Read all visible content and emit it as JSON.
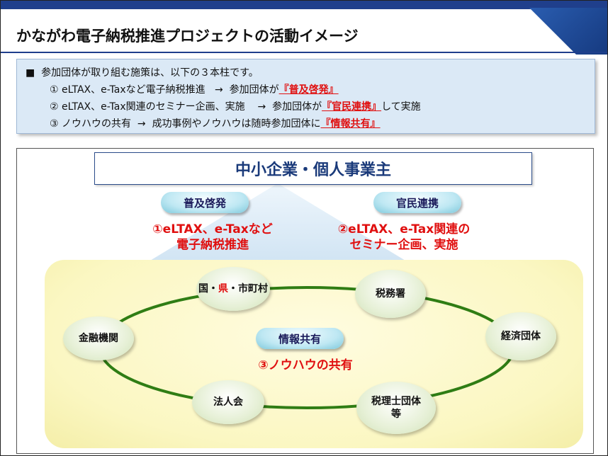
{
  "title": "かながわ電子納税推進プロジェクトの活動イメージ",
  "intro": {
    "bullet": "■",
    "line1": "参加団体が取り組む施策は、以下の３本柱です。",
    "items": [
      {
        "num": "①",
        "text": "eLTAX、e-Taxなど電子納税推進",
        "arrow": "→",
        "result_pre": "参加団体が",
        "result_key": "『普及啓発』",
        "result_post": ""
      },
      {
        "num": "②",
        "text": "eLTAX、e-Tax関連のセミナー企画、実施",
        "arrow": "→",
        "result_pre": "参加団体が",
        "result_key": "『官民連携』",
        "result_post": "して実施"
      },
      {
        "num": "③",
        "text": "ノウハウの共有",
        "arrow": "→",
        "result_pre": "成功事例やノウハウは随時参加団体に",
        "result_key": "『情報共有』",
        "result_post": ""
      }
    ]
  },
  "diagram": {
    "target": "中小企業・個人事業主",
    "pill_left": "普及啓発",
    "pill_right": "官民連携",
    "pill_center": "情報共有",
    "red_left_1": "①eLTAX、e-Taxなど",
    "red_left_2": "電子納税推進",
    "red_right_1": "②eLTAX、e-Tax関連の",
    "red_right_2": "セミナー企画、実施",
    "red_center": "③ノウハウの共有",
    "nodes": {
      "gov_a": "国・",
      "gov_b": "県",
      "gov_c": "・市町村",
      "tax_office": "税務署",
      "economic": "経済団体",
      "tax_acct_1": "税理士団体",
      "tax_acct_2": "等",
      "corp": "法人会",
      "finance": "金融機関"
    }
  },
  "colors": {
    "accent": "#1f3f8c",
    "red": "#e01010",
    "ring": "#2f7d14"
  }
}
